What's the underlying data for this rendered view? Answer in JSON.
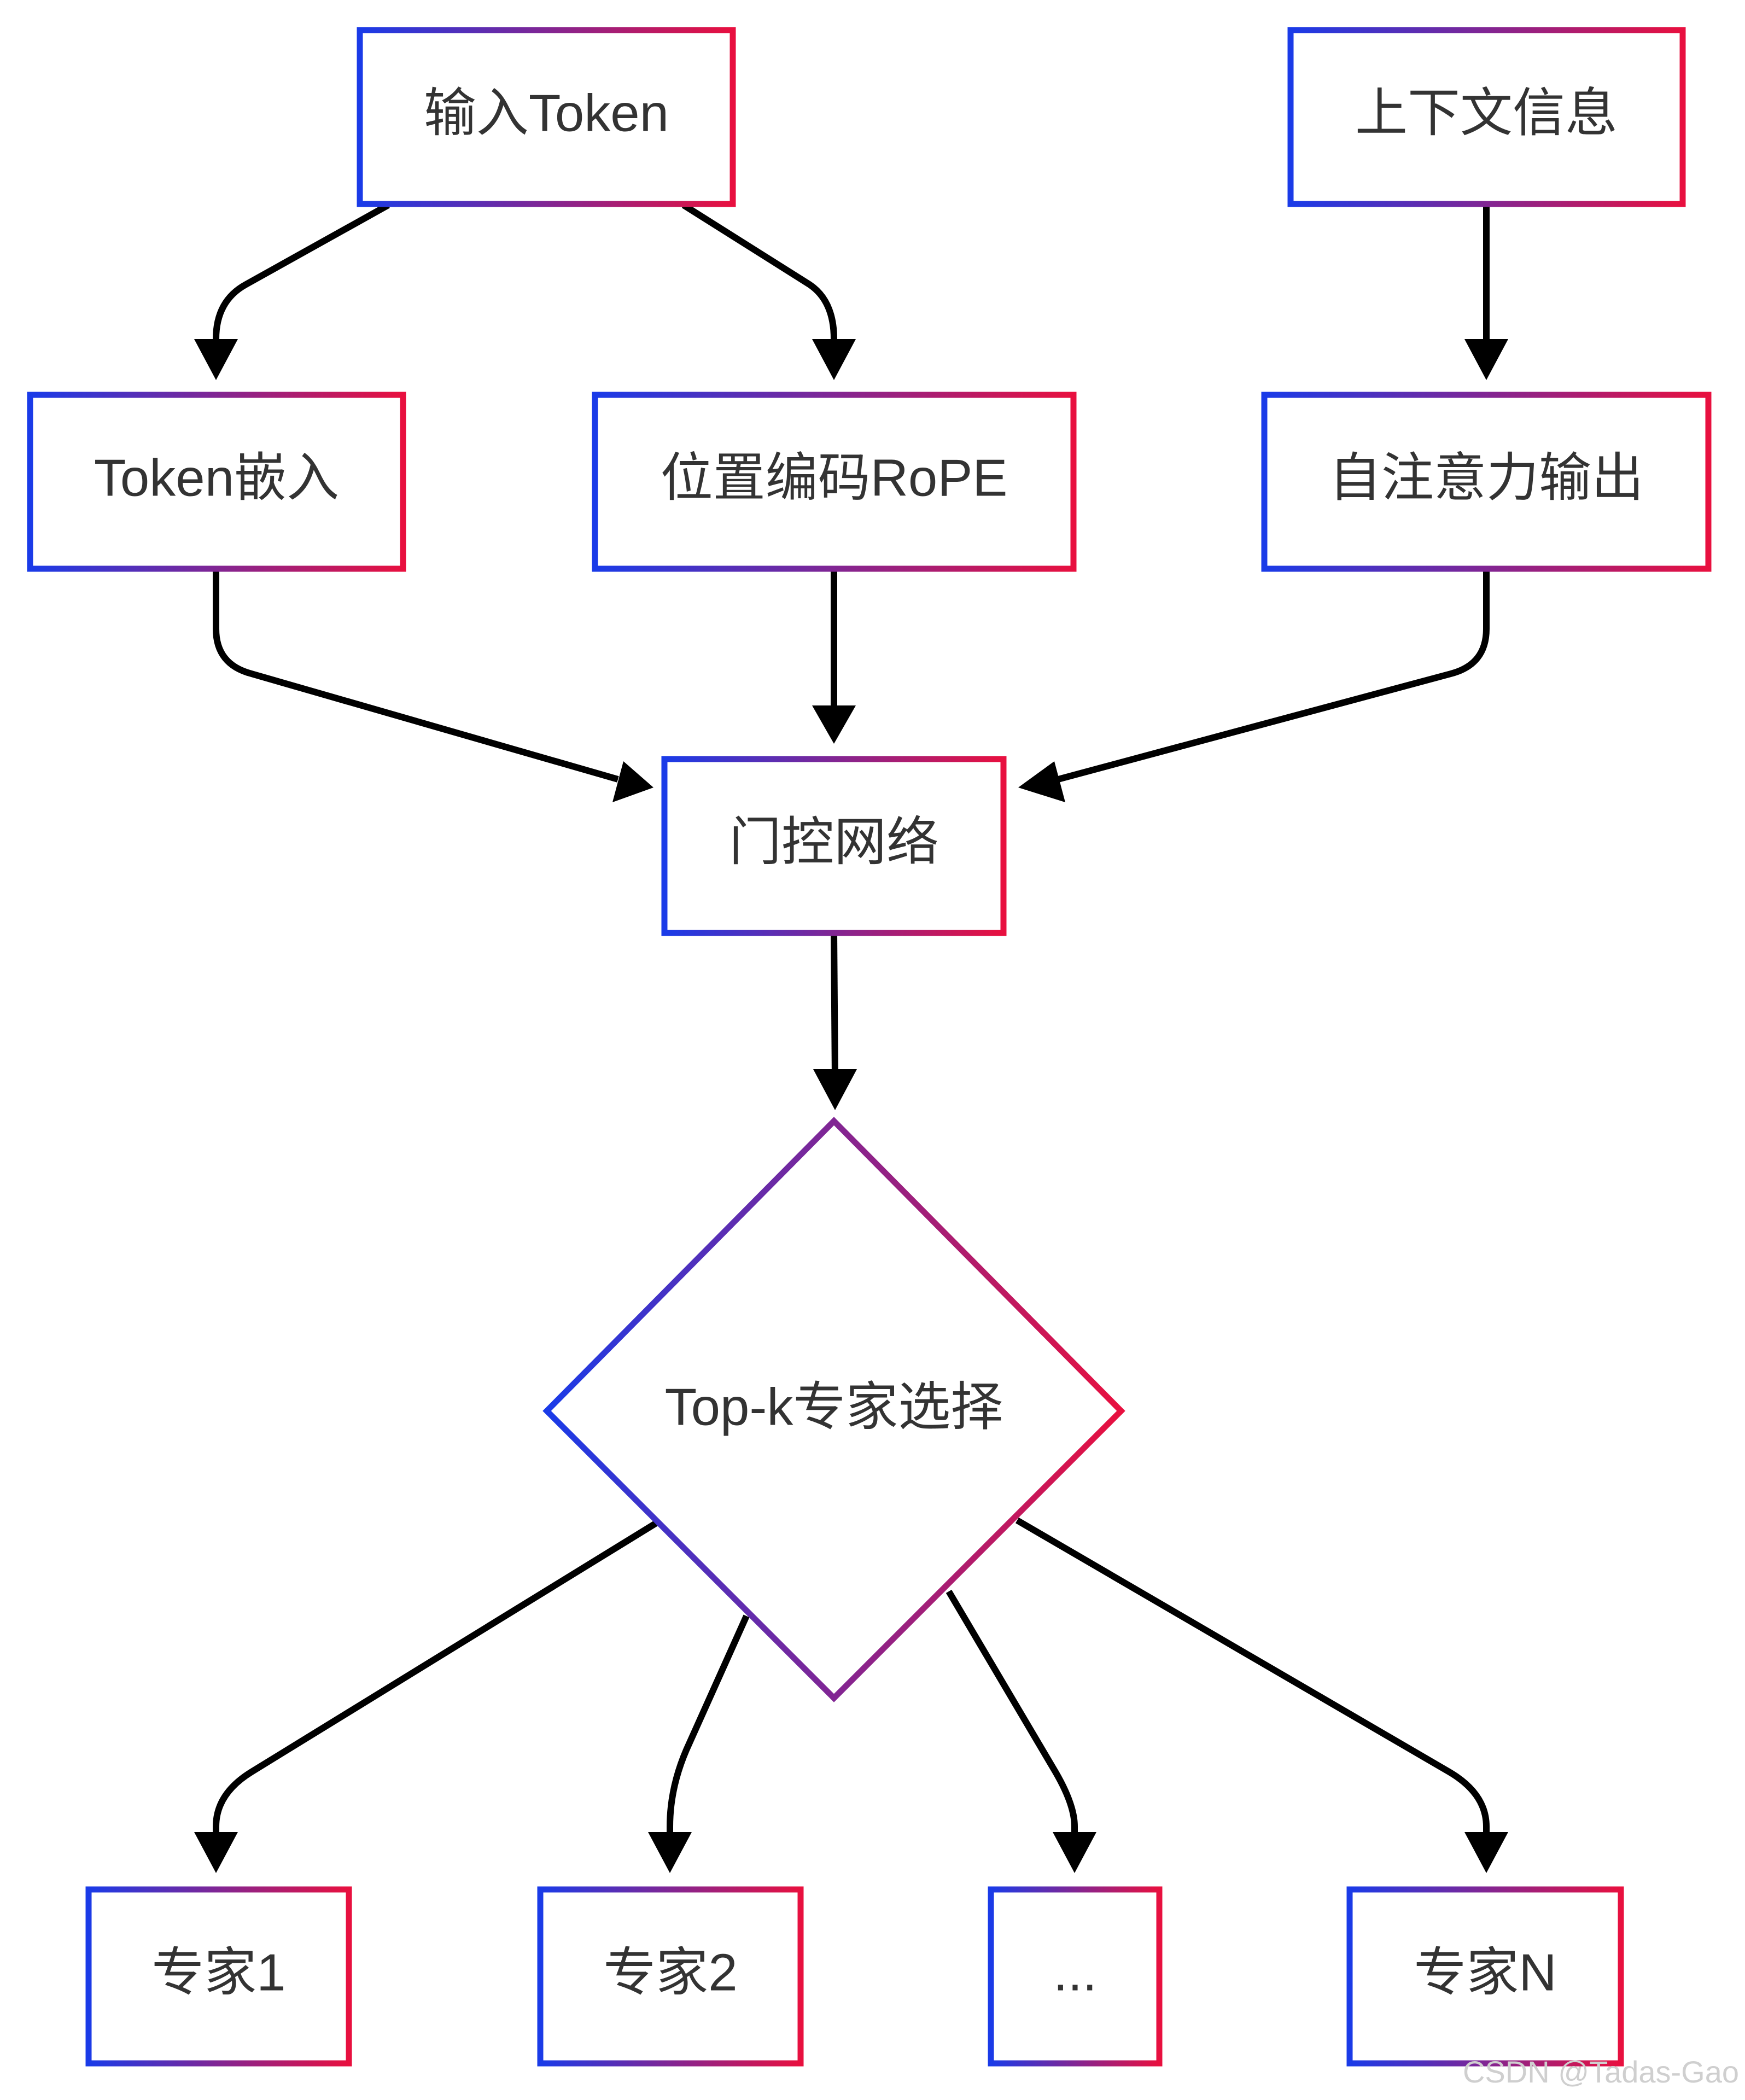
{
  "colors": {
    "gradient_start": "#1a3be8",
    "gradient_end": "#e8103f",
    "edge": "#000000",
    "text": "#333333",
    "watermark": "#cfcfcf"
  },
  "nodes": {
    "input_token": "输入Token",
    "context_info": "上下文信息",
    "token_embedding": "Token嵌入",
    "position_encoding": "位置编码RoPE",
    "self_attention_output": "自注意力输出",
    "gating_network": "门控网络",
    "topk_selection": "Top-k专家选择",
    "expert_1": "专家1",
    "expert_2": "专家2",
    "expert_ellipsis": "...",
    "expert_n": "专家N"
  },
  "watermark": "CSDN @Tadas-Gao"
}
